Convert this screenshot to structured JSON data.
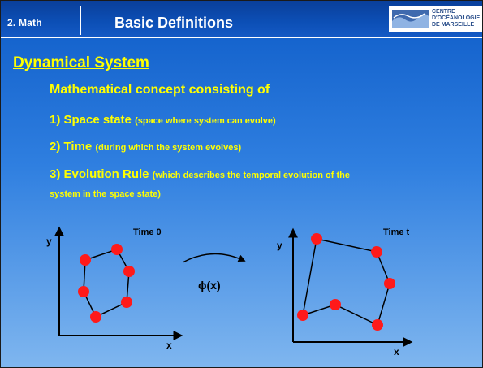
{
  "header": {
    "section": "2. Math",
    "title": "Basic Definitions",
    "logo_lines": [
      "CENTRE",
      "D'OCÉANOLOGIE",
      "DE MARSEILLE"
    ]
  },
  "content": {
    "heading": "Dynamical System",
    "intro": "Mathematical concept consisting of",
    "items": [
      {
        "main": "1) Space state",
        "note": "(space where system can evolve)"
      },
      {
        "main": "2) Time",
        "note": "(during which the system evolves)"
      },
      {
        "main": "3) Evolution Rule",
        "note": "(which describes the temporal evolution of the"
      }
    ],
    "continuation": "system in the space state)"
  },
  "diagram": {
    "left_time": "Time 0",
    "right_time": "Time t",
    "axis_y": "y",
    "axis_x": "x",
    "operator": "ϕ(x)"
  },
  "colors": {
    "text_accent": "#ffff00",
    "point": "#ff1a1a",
    "header_bg": "#0c4fb6"
  }
}
